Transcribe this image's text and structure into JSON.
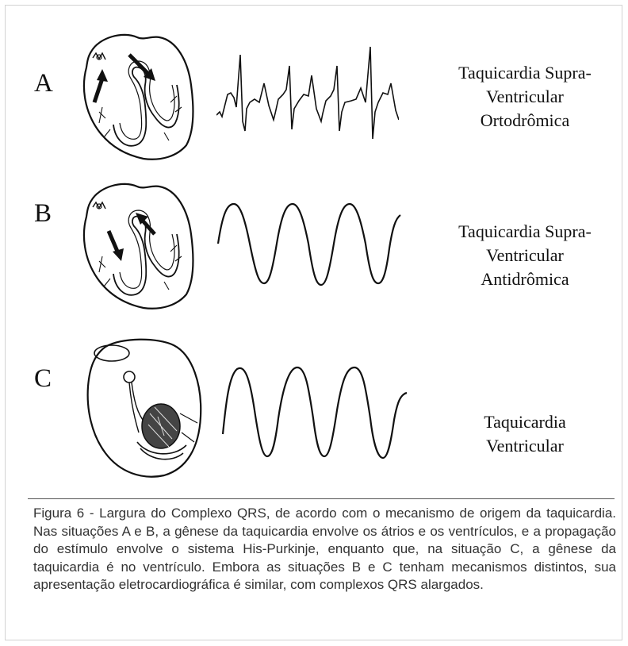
{
  "rows": [
    {
      "letter": "A",
      "label_lines": [
        "Taquicardia Supra-",
        "Ventricular",
        "Ortodrômica"
      ]
    },
    {
      "letter": "B",
      "label_lines": [
        "Taquicardia Supra-",
        "Ventricular",
        "Antidrômica"
      ]
    },
    {
      "letter": "C",
      "label_lines": [
        "Taquicardia",
        "Ventricular"
      ]
    }
  ],
  "caption": "Figura 6 - Largura do Complexo QRS, de acordo com o mecanismo de origem da taquicardia. Nas situações A e B, a gênese da taquicardia envolve os átrios e os ventrículos, e a propagação do estímulo envolve o sistema His-Purkinje, enquanto que, na situação C, a gênese da taquicardia é no ventrículo. Embora as situações B e C tenham mecanismos distintos, sua apresentação eletrocardiográfica é similar, com complexos QRS alargados.",
  "colors": {
    "ink": "#111111",
    "caption_text": "#333333",
    "frame_border": "#d2d2d2"
  }
}
